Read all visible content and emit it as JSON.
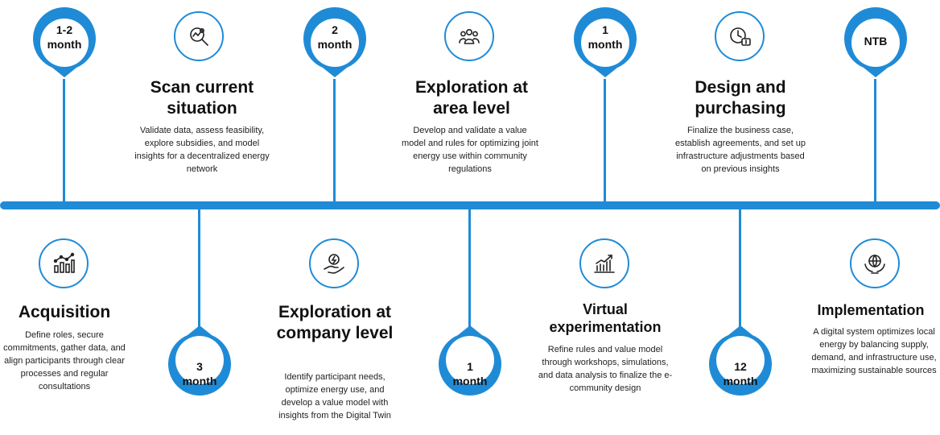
{
  "durations": {
    "top": [
      "1-2\nmonth",
      "2\nmonth",
      "1\nmonth",
      "NTB"
    ],
    "bottom": [
      "3\nmonth",
      "1\nmonth",
      "12\nmonth"
    ]
  },
  "steps": [
    {
      "title": "Acquisition",
      "icon": "chart-growth-icon",
      "desc": "Define roles, secure commitments, gather data, and align participants through clear processes and regular consultations"
    },
    {
      "title": "Scan current situation",
      "icon": "magnifier-chart-icon",
      "desc": "Validate data, assess feasibility, explore subsidies, and model insights for a decentralized energy network"
    },
    {
      "title": "Exploration at company level",
      "icon": "hand-energy-icon",
      "desc": "Identify participant needs, optimize energy use, and develop a value model with insights from the Digital Twin"
    },
    {
      "title": "Exploration at area level",
      "icon": "people-group-icon",
      "desc": "Develop and validate a value model and rules for optimizing joint energy use within community regulations"
    },
    {
      "title": "Virtual experimentation",
      "icon": "bar-chart-screen-icon",
      "desc": "Refine rules and value model through workshops, simulations, and data analysis to finalize the e-community design"
    },
    {
      "title": "Design and purchasing",
      "icon": "clock-money-icon",
      "desc": "Finalize the business case, establish agreements, and set up infrastructure adjustments based on previous insights"
    },
    {
      "title": "Implementation",
      "icon": "globe-hands-icon",
      "desc": "A digital system optimizes local energy by balancing supply, demand, and infrastructure use, maximizing sustainable sources"
    }
  ],
  "colors": {
    "accent": "#1f8bd6"
  }
}
